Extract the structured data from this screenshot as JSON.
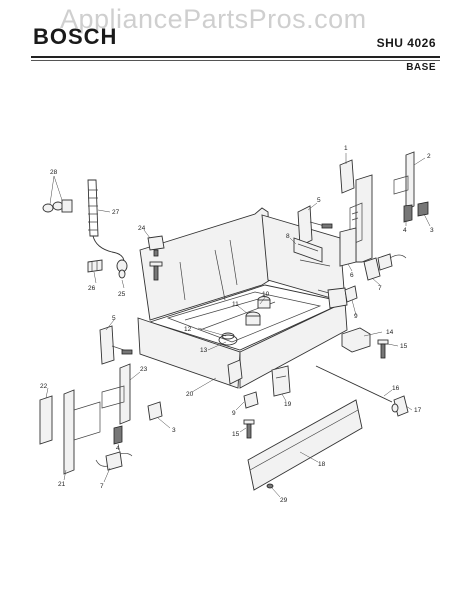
{
  "header": {
    "brand": "BOSCH",
    "watermark": "AppliancePartsPros.com",
    "model": "SHU 4026",
    "section": "BASE"
  },
  "callouts": [
    {
      "id": "c1",
      "label": "1"
    },
    {
      "id": "c2",
      "label": "2"
    },
    {
      "id": "c3a",
      "label": "3"
    },
    {
      "id": "c3b",
      "label": "3"
    },
    {
      "id": "c4a",
      "label": "4"
    },
    {
      "id": "c4b",
      "label": "4"
    },
    {
      "id": "c5a",
      "label": "5"
    },
    {
      "id": "c5b",
      "label": "5"
    },
    {
      "id": "c6",
      "label": "6"
    },
    {
      "id": "c7a",
      "label": "7"
    },
    {
      "id": "c7b",
      "label": "7"
    },
    {
      "id": "c8",
      "label": "8"
    },
    {
      "id": "c9a",
      "label": "9"
    },
    {
      "id": "c9b",
      "label": "9"
    },
    {
      "id": "c10",
      "label": "10"
    },
    {
      "id": "c11",
      "label": "11"
    },
    {
      "id": "c12",
      "label": "12"
    },
    {
      "id": "c13",
      "label": "13"
    },
    {
      "id": "c14",
      "label": "14"
    },
    {
      "id": "c15a",
      "label": "15"
    },
    {
      "id": "c15b",
      "label": "15"
    },
    {
      "id": "c16",
      "label": "16"
    },
    {
      "id": "c17",
      "label": "17"
    },
    {
      "id": "c18",
      "label": "18"
    },
    {
      "id": "c19",
      "label": "19"
    },
    {
      "id": "c20",
      "label": "20"
    },
    {
      "id": "c21",
      "label": "21"
    },
    {
      "id": "c22",
      "label": "22"
    },
    {
      "id": "c23",
      "label": "23"
    },
    {
      "id": "c24",
      "label": "24"
    },
    {
      "id": "c25",
      "label": "25"
    },
    {
      "id": "c26",
      "label": "26"
    },
    {
      "id": "c27",
      "label": "27"
    },
    {
      "id": "c28",
      "label": "28"
    },
    {
      "id": "c29",
      "label": "29"
    }
  ]
}
